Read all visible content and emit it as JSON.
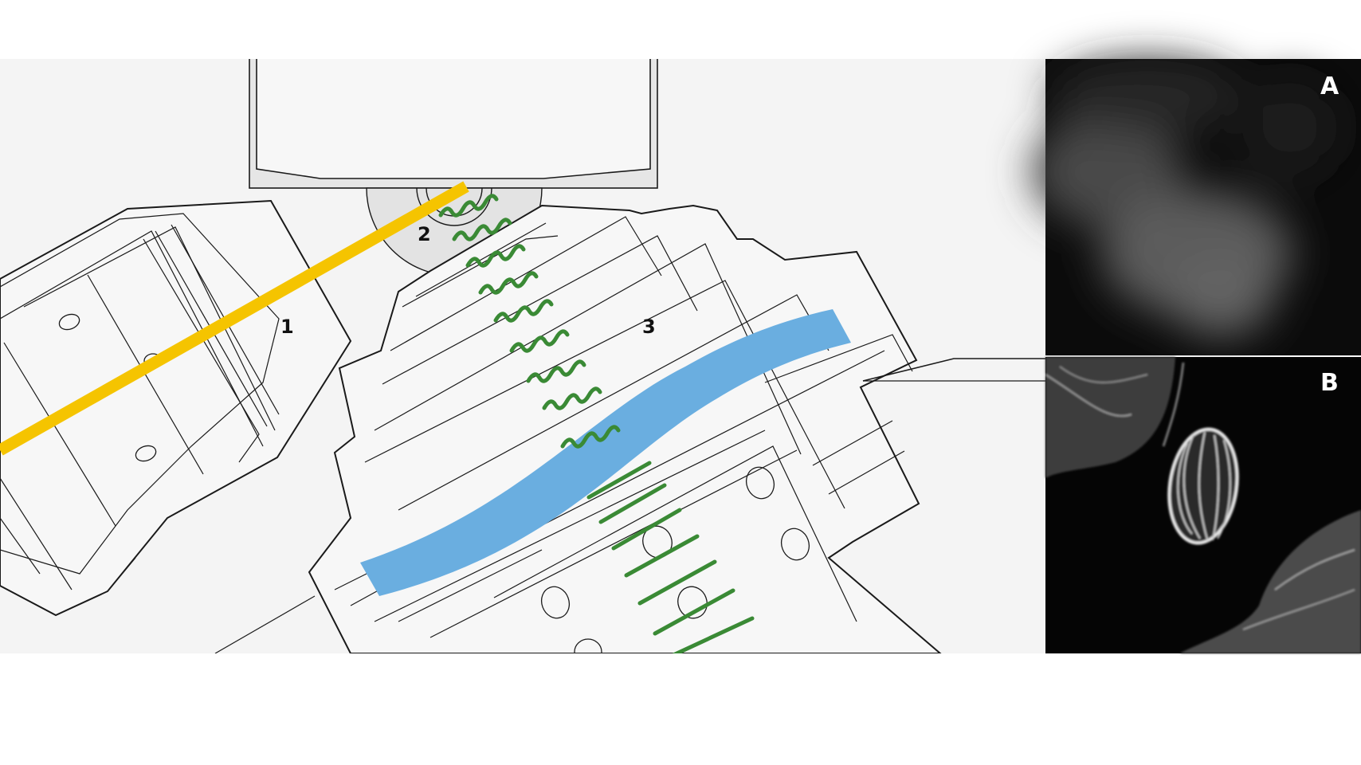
{
  "diagram": {
    "labels": {
      "objective_lens": "1",
      "sample_spot": "2",
      "detection_lens": "3"
    },
    "panels": {
      "panel_a_label": "A",
      "panel_b_label": "B"
    },
    "colors": {
      "background": "#f4f4f4",
      "housing_fill": "#f7f7f7",
      "outline": "#1a1a1a",
      "illumination_beam": "#f5c400",
      "light_sheet": "#6aaee0",
      "emission": "#3a8a35",
      "micrograph_bg": "#000000"
    }
  }
}
